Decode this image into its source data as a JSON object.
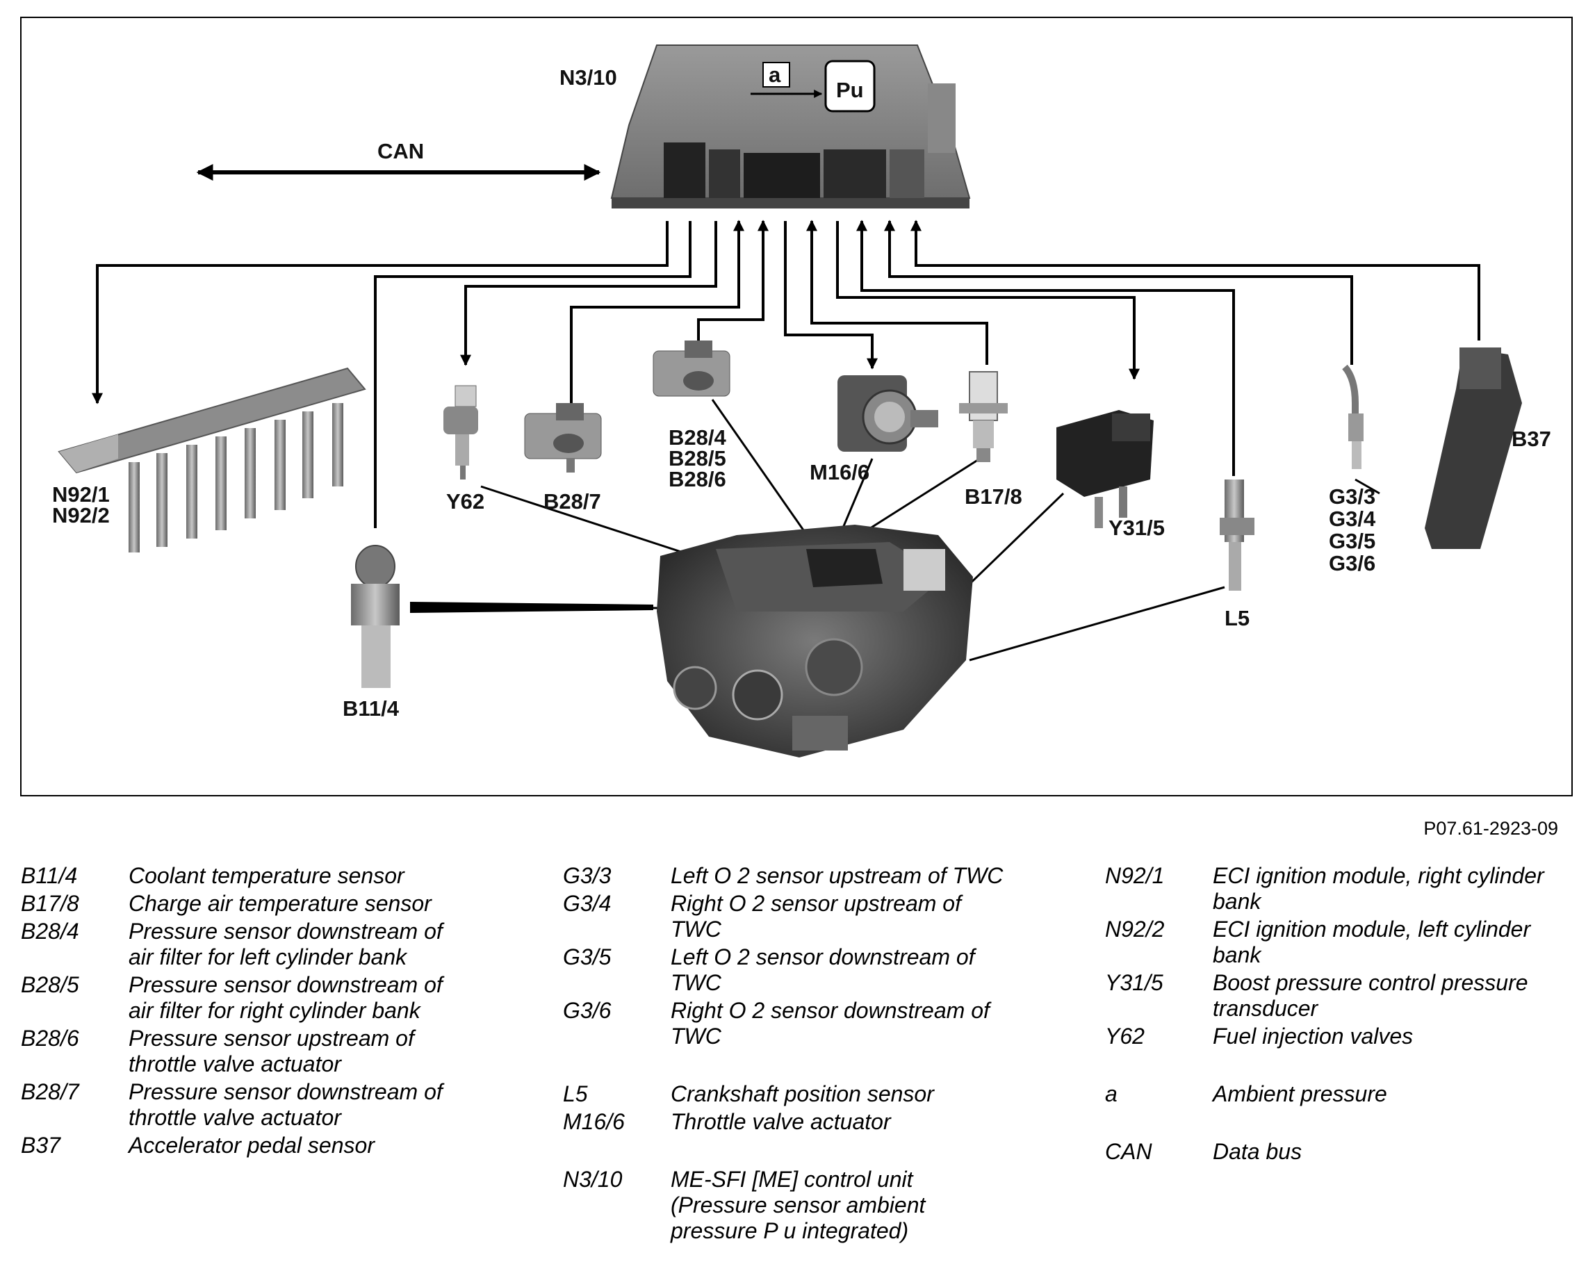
{
  "diagram": {
    "labels": {
      "n3_10": "N3/10",
      "a": "a",
      "pu": "Pu",
      "can": "CAN",
      "n92": [
        "N92/1",
        "N92/2"
      ],
      "y62": "Y62",
      "b28_7": "B28/7",
      "b28_456": [
        "B28/4",
        "B28/5",
        "B28/6"
      ],
      "m16_6": "M16/6",
      "b17_8": "B17/8",
      "y31_5": "Y31/5",
      "l5": "L5",
      "g3": [
        "G3/3",
        "G3/4",
        "G3/5",
        "G3/6"
      ],
      "b37": "B37",
      "b11_4": "B11/4"
    },
    "reference": "P07.61-2923-09"
  },
  "legend": {
    "col1": [
      {
        "code": "B11/4",
        "desc": "Coolant temperature sensor"
      },
      {
        "code": "B17/8",
        "desc": "Charge air temperature sensor"
      },
      {
        "code": "B28/4",
        "desc": "Pressure sensor downstream of\nair filter for left cylinder bank"
      },
      {
        "code": "B28/5",
        "desc": "Pressure sensor downstream of\nair filter for right cylinder bank"
      },
      {
        "code": "B28/6",
        "desc": "Pressure sensor upstream of\nthrottle valve actuator"
      },
      {
        "code": "B28/7",
        "desc": "Pressure sensor downstream of\nthrottle valve actuator"
      },
      {
        "code": "B37",
        "desc": "Accelerator pedal sensor"
      }
    ],
    "col2": [
      {
        "code": "G3/3",
        "desc": "Left O 2 sensor upstream of TWC"
      },
      {
        "code": "G3/4",
        "desc": "Right O 2 sensor upstream of\nTWC"
      },
      {
        "code": "G3/5",
        "desc": "Left O 2 sensor downstream of\nTWC"
      },
      {
        "code": "G3/6",
        "desc": "Right O 2 sensor downstream of\nTWC"
      },
      {
        "code": "L5",
        "desc": "Crankshaft position sensor"
      },
      {
        "code": "M16/6",
        "desc": "Throttle valve actuator"
      },
      {
        "code": "N3/10",
        "desc": "ME-SFI [ME] control unit\n(Pressure sensor ambient\npressure P u integrated)"
      }
    ],
    "col3": [
      {
        "code": "N92/1",
        "desc": "ECI ignition module, right cylinder\nbank"
      },
      {
        "code": "N92/2",
        "desc": "ECI ignition module, left cylinder\nbank"
      },
      {
        "code": "Y31/5",
        "desc": "Boost pressure control pressure\ntransducer"
      },
      {
        "code": "Y62",
        "desc": "Fuel injection valves"
      },
      {
        "code": "a",
        "desc": "Ambient pressure"
      },
      {
        "code": "CAN",
        "desc": "Data bus"
      }
    ]
  }
}
